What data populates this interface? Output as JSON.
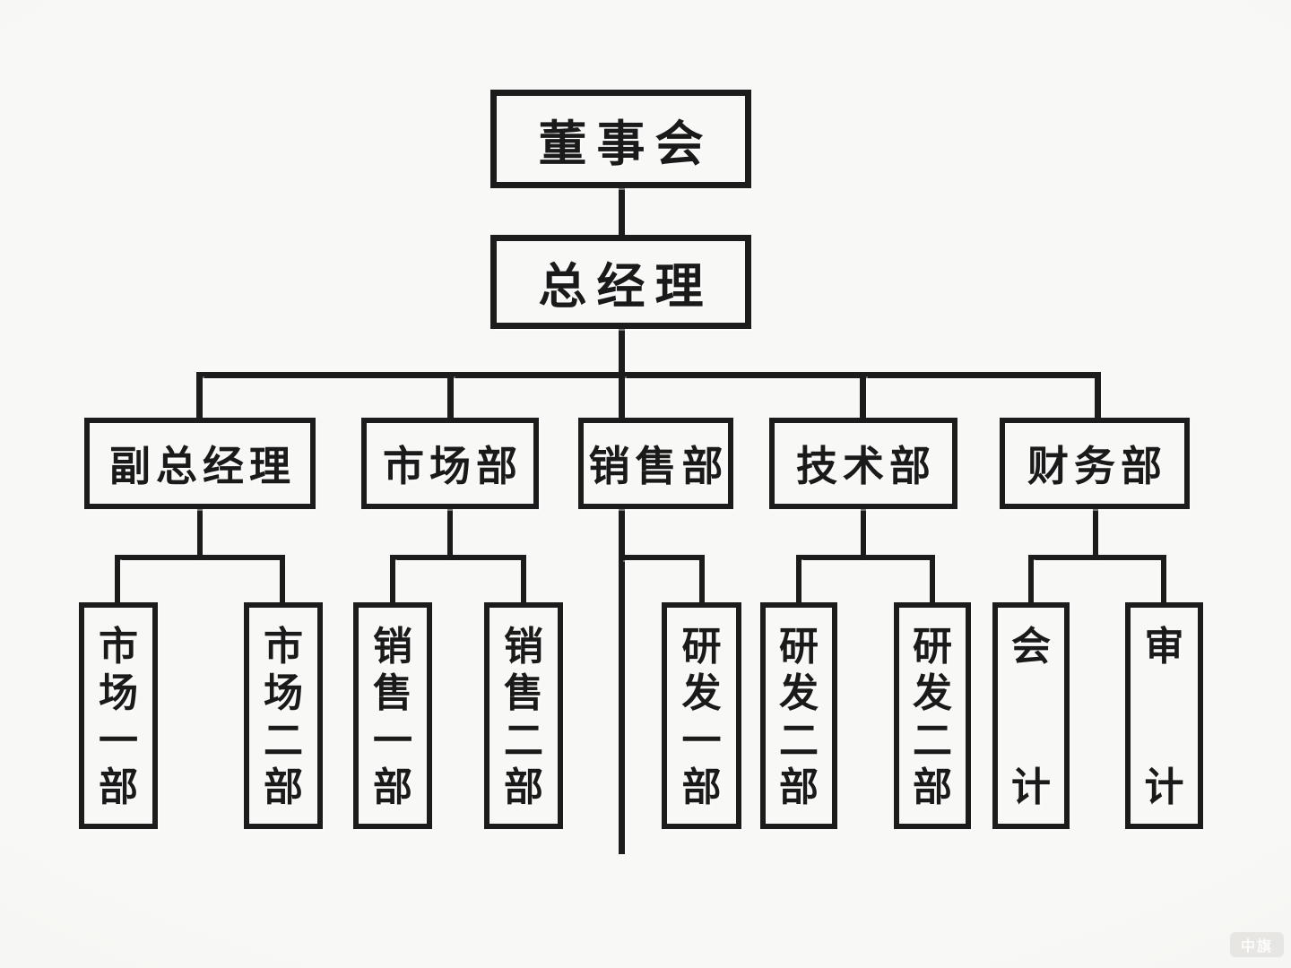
{
  "diagram": {
    "type": "org-chart",
    "colors": {
      "background": "#f5f5f3",
      "line": "#1c1c1c",
      "box_fill": "#f8f8f6",
      "text": "#1a1a1a"
    },
    "nodes": {
      "board": "董事会",
      "general_manager": "总经理",
      "deputy_gm": "副总经理",
      "marketing_dept": "市场部",
      "sales_dept": "销售部",
      "tech_dept": "技术部",
      "finance_dept": "财务部",
      "marketing_div1": "市场一部",
      "marketing_div2": "市场二部",
      "sales_div1": "销售一部",
      "sales_div2": "销售二部",
      "rd_div1": "研发一部",
      "rd_div2_a": "研发二部",
      "rd_div2_b": "研发二部",
      "accounting": "会计",
      "audit": "审计"
    },
    "hierarchy": [
      {
        "node": "董事会",
        "parent": null
      },
      {
        "node": "总经理",
        "parent": "董事会"
      },
      {
        "node": "副总经理",
        "parent": "总经理"
      },
      {
        "node": "市场部",
        "parent": "总经理"
      },
      {
        "node": "销售部",
        "parent": "总经理"
      },
      {
        "node": "技术部",
        "parent": "总经理"
      },
      {
        "node": "财务部",
        "parent": "总经理"
      },
      {
        "node": "市场一部",
        "parent": "副总经理"
      },
      {
        "node": "市场二部",
        "parent": "副总经理"
      },
      {
        "node": "销售一部",
        "parent": "市场部"
      },
      {
        "node": "销售二部",
        "parent": "市场部"
      },
      {
        "node": "研发一部",
        "parent": "销售部"
      },
      {
        "node": "研发二部",
        "parent": "技术部"
      },
      {
        "node": "研发二部",
        "parent": "技术部"
      },
      {
        "node": "会计",
        "parent": "财务部"
      },
      {
        "node": "审计",
        "parent": "财务部"
      }
    ],
    "watermark": "中旗"
  }
}
